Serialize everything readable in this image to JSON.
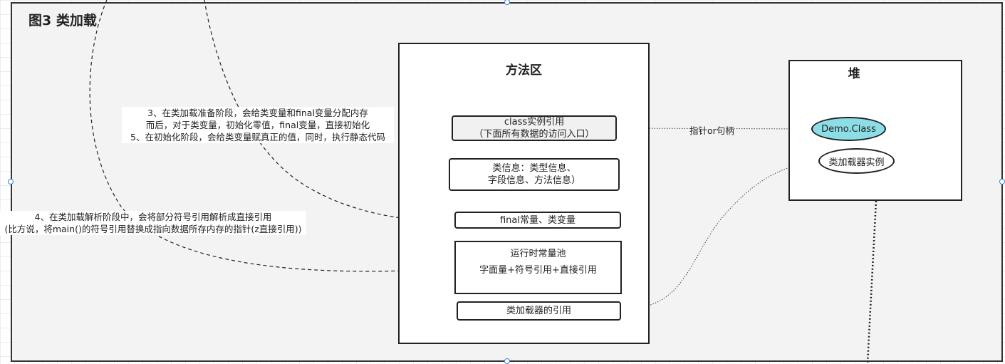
{
  "diagram": {
    "title": "图3 类加载",
    "method_area": {
      "title": "方法区",
      "class_ref": "class实例引用\n（下面所有数据的访问入口）",
      "class_info": "类信息：类型信息、\n字段信息、方法信息）",
      "final_vars": "final常量、类变量",
      "runtime_pool_title": "运行时常量池",
      "runtime_pool_body": "字面量+符号引用+直接引用",
      "loader_ref": "类加载器的引用"
    },
    "heap": {
      "title": "堆",
      "demo_class": "Demo.Class",
      "loader_instance": "类加载器实例"
    },
    "edge_label": "指针or句柄",
    "note_prepare": "3、在类加载准备阶段，会给类变量和final变量分配内存\n而后，对于类变量，初始化零值，final变量，直接初始化\n5、在初始化阶段，会给类变量赋真正的值，同时，执行静态代码",
    "note_resolve": "4、在类加载解析阶段中，会将部分符号引用解析成直接引用\n(比方说，将main()的符号引用替换成指向数据所存内存的指针(z直接引用))"
  },
  "colors": {
    "demo_class_fill": "#8ddde6",
    "frame_fill": "#f3f3f3",
    "handle": "#3b83d6"
  }
}
